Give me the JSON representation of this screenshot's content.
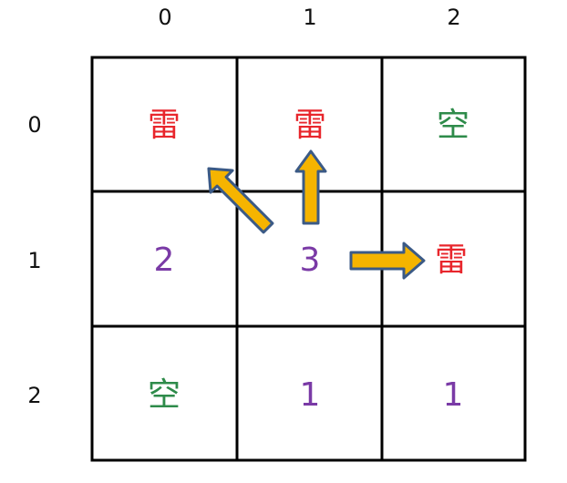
{
  "column_headers": [
    "0",
    "1",
    "2"
  ],
  "row_headers": [
    "0",
    "1",
    "2"
  ],
  "grid": [
    [
      {
        "text": "雷",
        "kind": "mine"
      },
      {
        "text": "雷",
        "kind": "mine"
      },
      {
        "text": "空",
        "kind": "empty"
      }
    ],
    [
      {
        "text": "2",
        "kind": "number"
      },
      {
        "text": "3",
        "kind": "number"
      },
      {
        "text": "雷",
        "kind": "mine"
      }
    ],
    [
      {
        "text": "空",
        "kind": "empty"
      },
      {
        "text": "1",
        "kind": "number"
      },
      {
        "text": "1",
        "kind": "number"
      }
    ]
  ],
  "arrows": [
    {
      "from": [
        1,
        1
      ],
      "to": [
        0,
        0
      ]
    },
    {
      "from": [
        1,
        1
      ],
      "to": [
        0,
        1
      ]
    },
    {
      "from": [
        1,
        1
      ],
      "to": [
        1,
        2
      ]
    }
  ],
  "colors": {
    "mine": "#e8262c",
    "empty": "#2e8b4a",
    "number": "#7a3aa6",
    "label": "#111111",
    "grid_line": "#000000",
    "arrow_fill": "#f5b400",
    "arrow_stroke": "#3b5a86"
  }
}
